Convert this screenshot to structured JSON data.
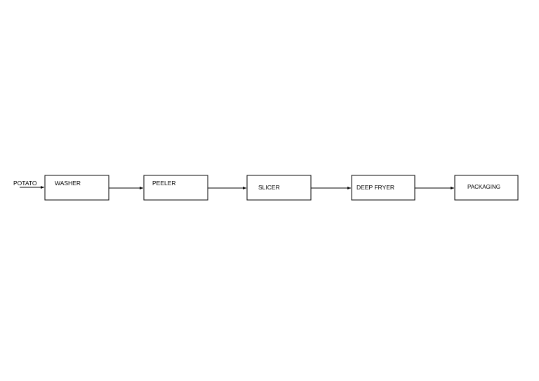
{
  "diagram": {
    "type": "process-flow",
    "input_label": "POTATO",
    "stages": [
      {
        "label": "WASHER"
      },
      {
        "label": "PEELER"
      },
      {
        "label": "SLICER"
      },
      {
        "label": "DEEP FRYER"
      },
      {
        "label": "PACKAGING"
      }
    ],
    "colors": {
      "stroke": "#000000",
      "fill": "#ffffff",
      "text": "#000000"
    }
  }
}
